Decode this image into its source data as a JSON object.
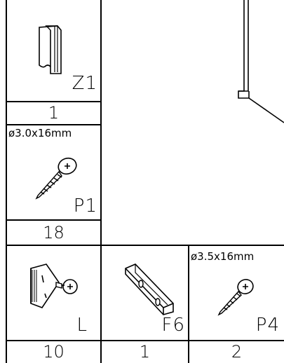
{
  "parts": [
    {
      "code": "Z1",
      "qty": "1",
      "spec": "",
      "icon": "z1-connector-icon"
    },
    {
      "code": "P1",
      "qty": "18",
      "spec": "ø3.0x16mm",
      "icon": "screw-icon"
    },
    {
      "code": "L",
      "qty": "10",
      "spec": "",
      "icon": "l-bracket-with-screw-icon"
    },
    {
      "code": "F6",
      "qty": "1",
      "spec": "",
      "icon": "corner-bracket-icon"
    },
    {
      "code": "P4",
      "qty": "2",
      "spec": "ø3.5x16mm",
      "icon": "screw-icon"
    }
  ]
}
